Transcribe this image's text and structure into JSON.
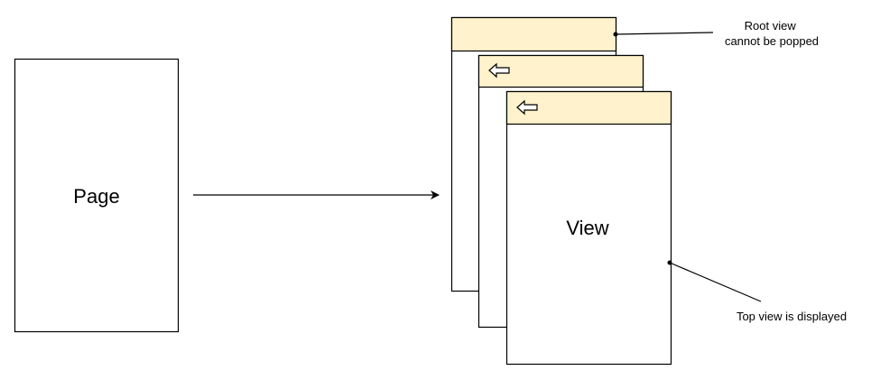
{
  "page": {
    "label": "Page"
  },
  "view_stack": {
    "top_view_label": "View",
    "back_icon": "arrow-left-outline-icon",
    "header_color": "#fff2cc"
  },
  "annotations": {
    "root_view": [
      "Root view",
      "cannot be popped"
    ],
    "top_view": "Top view is displayed"
  }
}
